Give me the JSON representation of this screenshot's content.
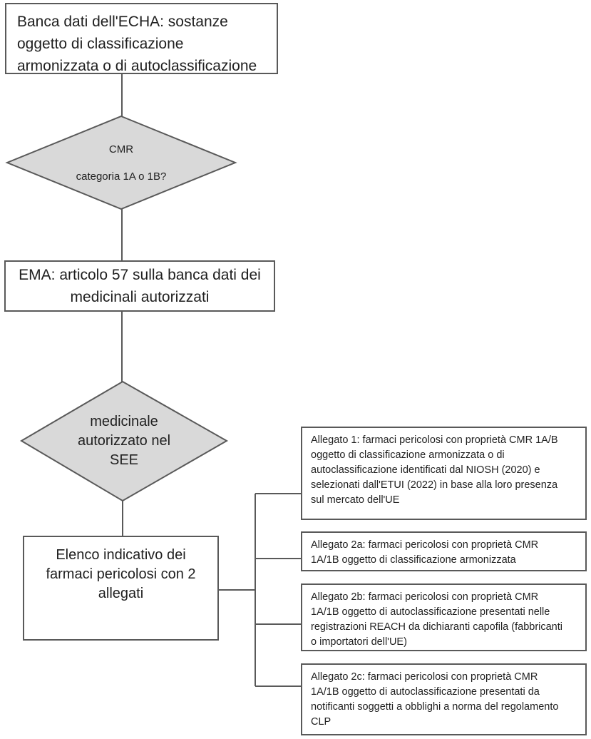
{
  "colors": {
    "background": "#ffffff",
    "box_fill": "#ffffff",
    "diamond_fill": "#d9d9d9",
    "border": "#595959",
    "text": "#1f1f1f"
  },
  "nodes": {
    "echa": {
      "lines": [
        "Banca dati dell'ECHA: sostanze",
        "oggetto di classificazione",
        "armonizzata o di autoclassificazione"
      ]
    },
    "cmr_decision": {
      "lines": [
        "CMR",
        "categoria 1A o 1B?"
      ]
    },
    "ema": {
      "lines": [
        "EMA: articolo 57 sulla banca dati dei",
        "medicinali autorizzati"
      ]
    },
    "see_decision": {
      "lines": [
        "medicinale",
        "autorizzato nel",
        "SEE"
      ]
    },
    "elenco": {
      "lines": [
        "Elenco indicativo dei",
        "farmaci pericolosi con 2",
        "allegati"
      ]
    },
    "allegato_1": {
      "lines": [
        "Allegato 1: farmaci pericolosi con proprietà CMR 1A/B",
        "oggetto di classificazione armonizzata o di",
        "autoclassificazione identificati dal NIOSH (2020) e",
        "selezionati dall'ETUI (2022) in base alla loro presenza",
        "sul mercato dell'UE"
      ]
    },
    "allegato_2a": {
      "lines": [
        "Allegato 2a: farmaci pericolosi con proprietà CMR",
        "1A/1B oggetto di classificazione armonizzata"
      ]
    },
    "allegato_2b": {
      "lines": [
        "Allegato 2b: farmaci pericolosi con proprietà CMR",
        "1A/1B oggetto di autoclassificazione presentati nelle",
        "registrazioni REACH da dichiaranti capofila (fabbricanti",
        "o importatori dell'UE)"
      ]
    },
    "allegato_2c": {
      "lines": [
        "Allegato 2c: farmaci pericolosi con proprietà CMR",
        "1A/1B oggetto di autoclassificazione presentati da",
        "notificanti soggetti a obblighi a norma del regolamento",
        "CLP"
      ]
    }
  }
}
